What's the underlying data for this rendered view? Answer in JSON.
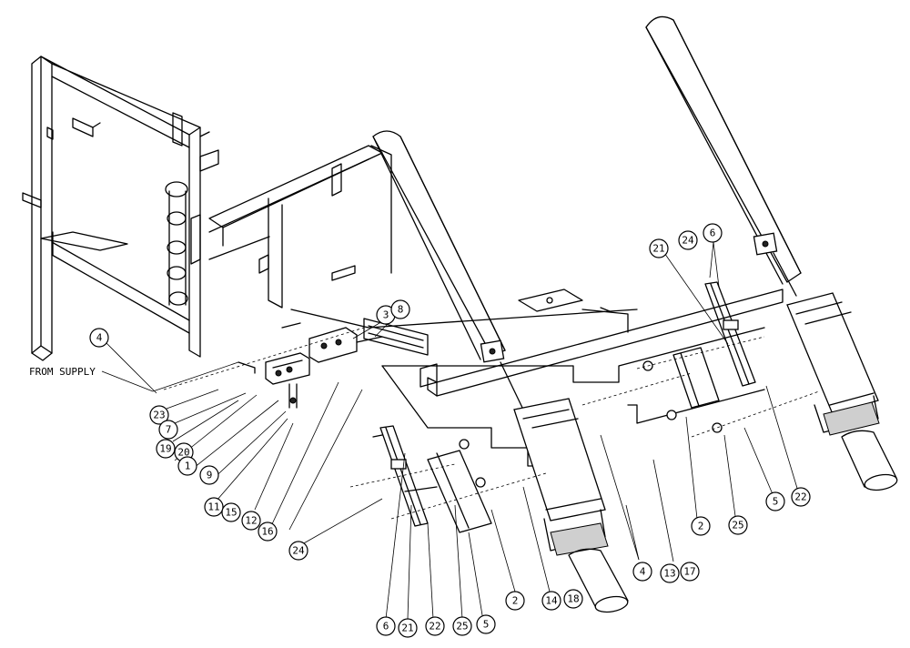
{
  "note": "FROM SUPPLY",
  "callouts": [
    "4",
    "23",
    "7",
    "19",
    "20",
    "1",
    "9",
    "11",
    "15",
    "12",
    "16",
    "24",
    "3",
    "8",
    "6",
    "21",
    "22",
    "25",
    "5",
    "2",
    "14",
    "18",
    "4",
    "13",
    "17",
    "2",
    "25",
    "5",
    "22",
    "21",
    "24",
    "6"
  ]
}
